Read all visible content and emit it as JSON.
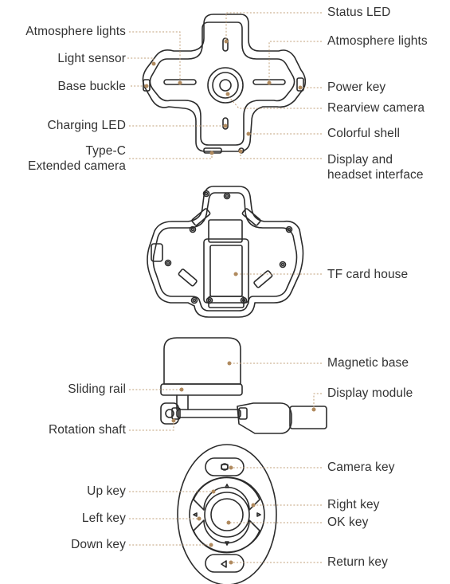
{
  "sections": {
    "top_view": {
      "left_labels": {
        "atmosphere_lights": "Atmosphere lights",
        "light_sensor": "Light sensor",
        "base_buckle": "Base buckle",
        "charging_led": "Charging LED",
        "type_c": "Type-C",
        "extended_camera": "Extended camera"
      },
      "right_labels": {
        "status_led": "Status LED",
        "atmosphere_lights": "Atmosphere lights",
        "power_key": "Power key",
        "rearview_camera": "Rearview camera",
        "colorful_shell": "Colorful shell",
        "display_headset_line1": "Display and",
        "display_headset_line2": "headset interface"
      }
    },
    "bottom_view": {
      "tf_card_house": "TF card house"
    },
    "side_view": {
      "magnetic_base": "Magnetic base",
      "sliding_rail": "Sliding rail",
      "display_module": "Display module",
      "rotation_shaft": "Rotation shaft"
    },
    "remote": {
      "camera_key": "Camera key",
      "up_key": "Up key",
      "right_key": "Right key",
      "left_key": "Left key",
      "ok_key": "OK key",
      "down_key": "Down key",
      "return_key": "Return key"
    }
  },
  "colors": {
    "outline": "#2b2b2b",
    "leader": "#b08a5e",
    "text": "#333333",
    "background": "#ffffff"
  }
}
